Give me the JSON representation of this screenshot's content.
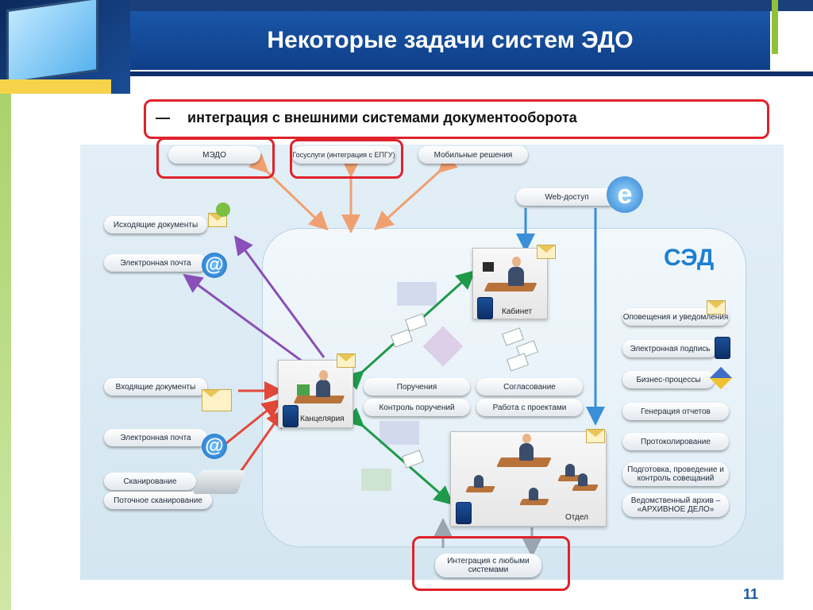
{
  "slide": {
    "title": "Некоторые задачи систем ЭДО",
    "bullet_dash": "—",
    "bullet_text": "интеграция  с внешними системами документооборота",
    "page_number": "11"
  },
  "diagram": {
    "sed_title": "СЭД",
    "top_sources": [
      "МЭДО",
      "Госуслуги (интеграция с ЕПГУ)",
      "Мобильные решения"
    ],
    "web_access": "Web-доступ",
    "left_items": {
      "outgoing_docs": "Исходящие документы",
      "email_out": "Электронная почта",
      "incoming_docs": "Входящие документы",
      "email_in": "Электронная почта",
      "scanning": "Сканирование",
      "stream_scanning": "Поточное сканирование"
    },
    "offices": {
      "office": "Канцелярия",
      "cabinet": "Кабинет",
      "department": "Отдел"
    },
    "center_tasks": [
      "Поручения",
      "Согласование",
      "Контроль поручений",
      "Работа с проектами"
    ],
    "right_features": [
      "Оповещения и уведомления",
      "Электронная подпись",
      "Бизнес-процессы",
      "Генерация отчетов",
      "Протоколирование",
      "Подготовка, проведение и контроль  совещаний",
      "Ведомственный архив – «АРХИВНОЕ ДЕЛО»"
    ],
    "bottom_integration": "Интеграция с любыми системами"
  },
  "colors": {
    "highlight_red": "#e0222a",
    "header_blue": "#1a56a8",
    "sed_blue": "#1d7fd0",
    "arrow_orange": "#f0a070",
    "arrow_purple": "#8a4fb8",
    "arrow_red": "#e2483a",
    "arrow_green": "#1f9a4a",
    "arrow_blue": "#3a8fd6"
  }
}
